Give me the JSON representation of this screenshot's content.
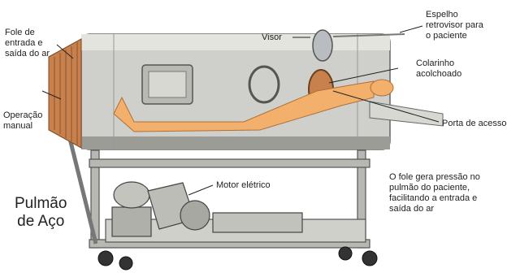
{
  "title": "Pulmão\nde Aço",
  "labels": {
    "fole": "Fole de\nentrada e\nsaída do ar",
    "operacao": "Operação\nmanual",
    "visor": "Visor",
    "espelho": "Espelho\nretrovisor para\no paciente",
    "colarinho": "Colarinho\nacolchoado",
    "porta": "Porta de acesso",
    "motor": "Motor elétrico",
    "explicacao": "O fole gera pressão no\npulmão do paciente,\nfacilitando a entrada e\nsaída do ar"
  },
  "colors": {
    "metal": "#c9c9c4",
    "metal_dark": "#8f8f8a",
    "bellows": "#c8804c",
    "skin": "#f2b06c",
    "frame": "#b3b3ad",
    "line": "#222222"
  }
}
